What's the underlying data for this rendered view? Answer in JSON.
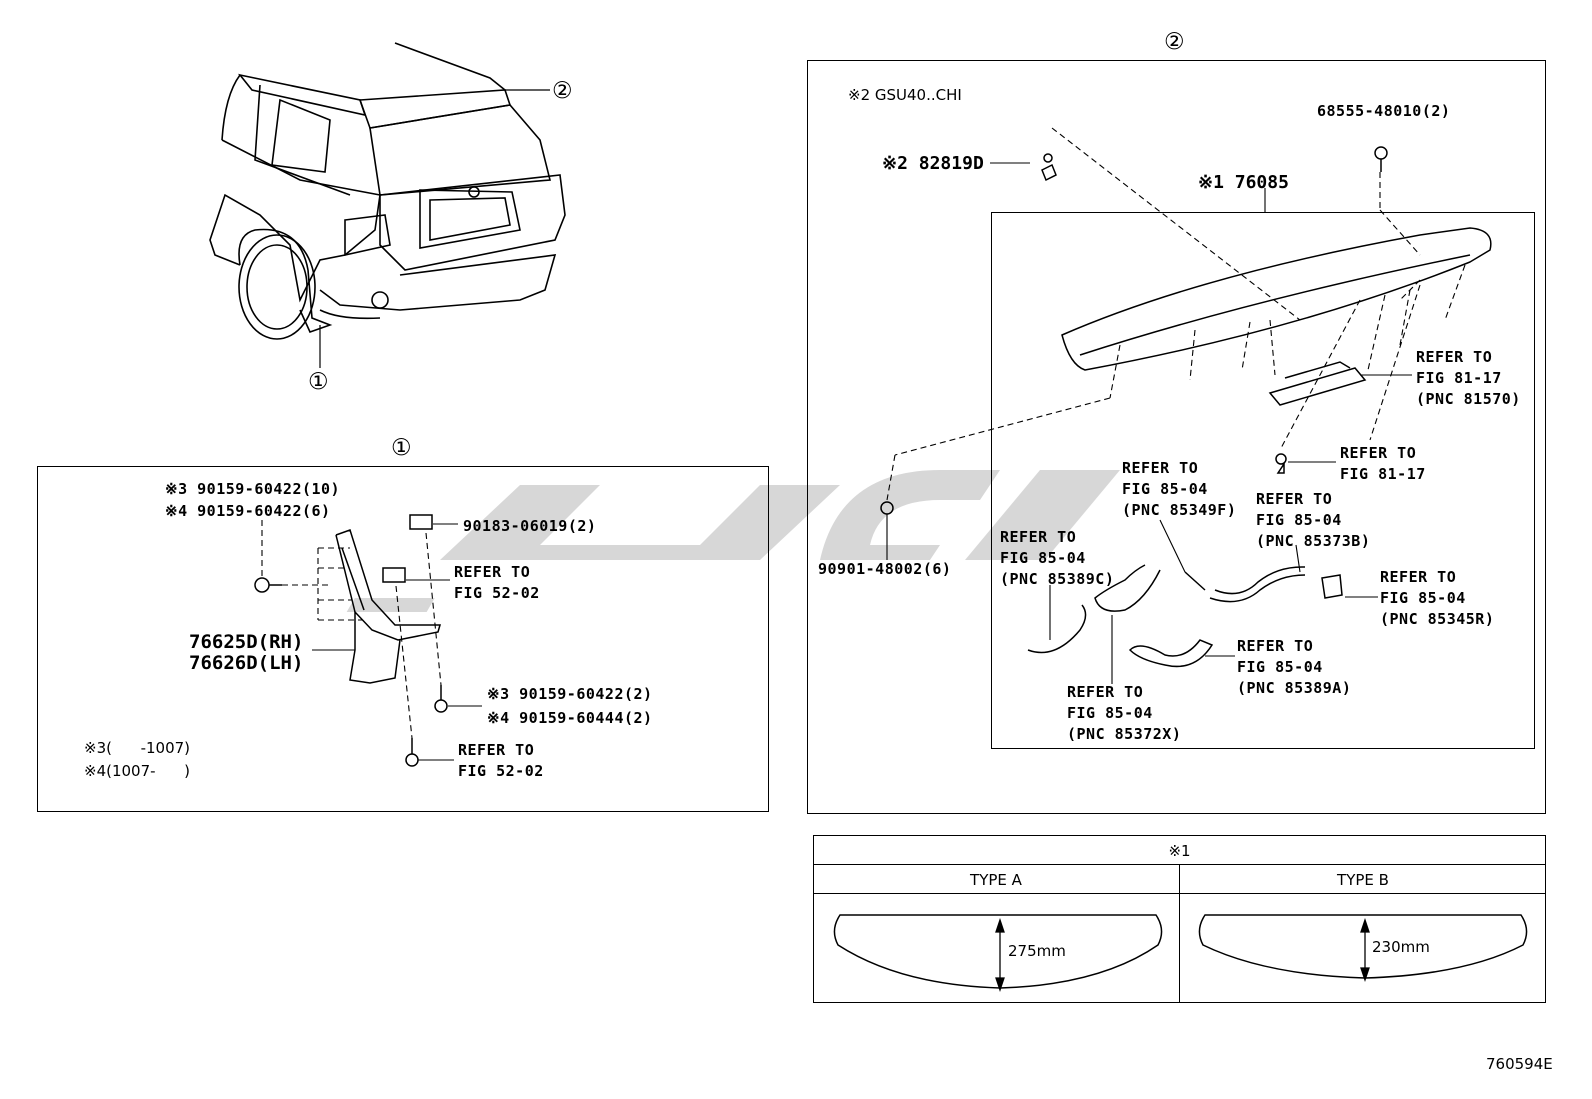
{
  "callouts": {
    "one": "①",
    "two": "②",
    "one_car": "①",
    "two_car": "②"
  },
  "panel1": {
    "part_bolt_note3": "※3 90159-60422(10)",
    "part_bolt_note4": "※4 90159-60422(6)",
    "part_clip": "90183-06019(2)",
    "refer_top_line1": "REFER TO",
    "refer_top_line2": "FIG 52-02",
    "mudguard_rh": "76625D(RH)",
    "mudguard_lh": "76626D(LH)",
    "part_screw_note3": "※3 90159-60422(2)",
    "part_screw_note4": "※4 90159-60444(2)",
    "refer_bottom_line1": "REFER TO",
    "refer_bottom_line2": "FIG 52-02",
    "note3": "※3(      -1007)",
    "note4": "※4(1007-      )"
  },
  "panel2": {
    "model_note": "※2 GSU40..CHI",
    "part_cap": "※2 82819D",
    "part_clip_top": "68555-48010(2)",
    "part_spoiler": "※1 76085",
    "part_nut": "90901-48002(6)",
    "ref_81570": [
      "REFER TO",
      "FIG 81-17",
      "(PNC 81570)"
    ],
    "ref_81_17": [
      "REFER TO",
      "FIG 81-17"
    ],
    "ref_85349f": [
      "REFER TO",
      "FIG 85-04",
      "(PNC 85349F)"
    ],
    "ref_85373b": [
      "REFER TO",
      "FIG 85-04",
      "(PNC 85373B)"
    ],
    "ref_85389c": [
      "REFER TO",
      "FIG 85-04",
      "(PNC 85389C)"
    ],
    "ref_85345r": [
      "REFER TO",
      "FIG 85-04",
      "(PNC 85345R)"
    ],
    "ref_85389a": [
      "REFER TO",
      "FIG 85-04",
      "(PNC 85389A)"
    ],
    "ref_85372x": [
      "REFER TO",
      "FIG 85-04",
      "(PNC 85372X)"
    ]
  },
  "type_table": {
    "header": "※1",
    "type_a": "TYPE A",
    "type_b": "TYPE B",
    "dim_a": "275mm",
    "dim_b": "230mm"
  },
  "figure_code": "760594E"
}
